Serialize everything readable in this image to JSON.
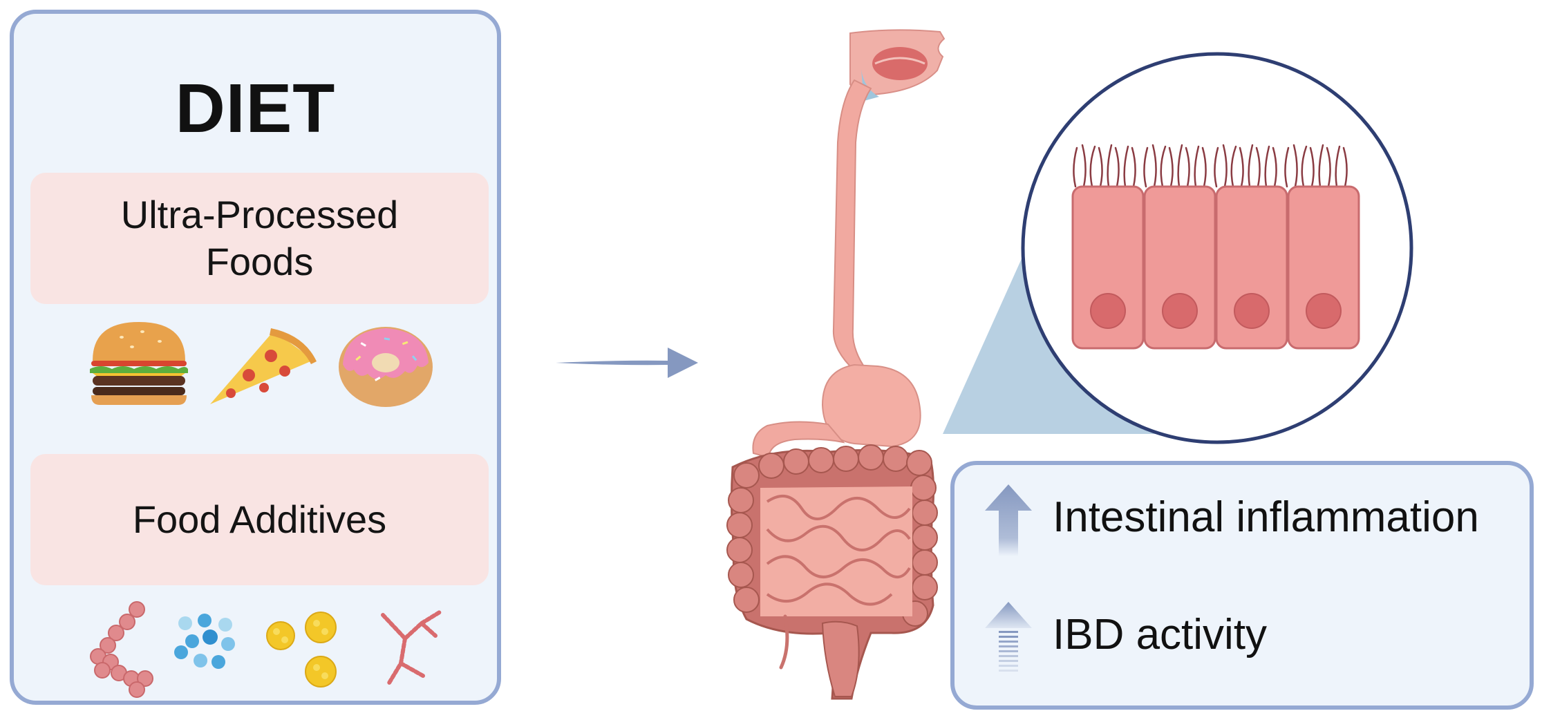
{
  "diet": {
    "title": "DIET",
    "categories": [
      {
        "label": "Ultra-Processed Foods"
      },
      {
        "label": "Food Additives"
      }
    ],
    "food_icons": [
      "burger-icon",
      "pizza-slice-icon",
      "donut-icon"
    ],
    "additive_icons": [
      "bead-chain-icon",
      "droplet-cluster-icon",
      "yellow-particle-icon",
      "branched-polymer-icon"
    ]
  },
  "figure": {
    "arrow_icon": "right-arrow-icon",
    "organ_icon": "digestive-tract-icon",
    "magnifier_icon": "epithelial-cells-icon"
  },
  "effects": {
    "items": [
      {
        "label": "Intestinal inflammation",
        "indicator": "up-arrow-icon"
      },
      {
        "label": "IBD activity",
        "indicator": "up-arrow-icon"
      }
    ]
  },
  "colors": {
    "panel_border": "#95a9d3",
    "panel_fill": "#eef4fb",
    "category_fill": "#f9e4e3",
    "cell_fill": "#ef9a98",
    "nucleus": "#d86a6c",
    "gut": "#e9928d",
    "arrow": "#8598c0"
  }
}
